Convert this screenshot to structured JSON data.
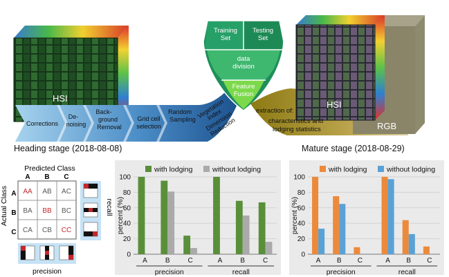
{
  "diagram": {
    "heading_stage": {
      "cube_label": "HSI",
      "caption": "Heading stage (2018-08-08)",
      "steps": [
        [
          "Corrections"
        ],
        [
          "De-",
          "noising"
        ],
        [
          "Back-",
          "ground",
          "Removal"
        ],
        [
          "Grid cell",
          "selection"
        ],
        [
          "Random",
          "Sampling"
        ],
        [
          "Vegetation",
          "Index"
        ],
        [
          "Dimension",
          "Reduction"
        ]
      ]
    },
    "center": {
      "training_set": [
        "Training",
        "Set"
      ],
      "testing_set": [
        "Testing",
        "Set"
      ],
      "data_division": [
        "data",
        "division"
      ],
      "feature_fusion": [
        "Feature",
        "Fusion"
      ]
    },
    "mature_stage": {
      "cube_label": "HSI",
      "rgb_label": "RGB",
      "caption": "Mature stage (2018-08-29)",
      "extraction": [
        "extraction of:",
        "characteristics and",
        "lodging statistics"
      ]
    }
  },
  "confusion_matrix": {
    "title": "Predicted Class",
    "row_axis_label": "Actual Class",
    "col_headers": [
      "A",
      "B",
      "C"
    ],
    "row_headers": [
      "A",
      "B",
      "C"
    ],
    "cells": [
      [
        "AA",
        "AB",
        "AC"
      ],
      [
        "BA",
        "BB",
        "BC"
      ],
      [
        "CA",
        "CB",
        "CC"
      ]
    ],
    "diagonal_color": "#c0282d",
    "recall_label": "recall",
    "precision_label": "precision"
  },
  "chart_data": [
    {
      "type": "bar",
      "categories": [
        "A",
        "B",
        "C",
        "A",
        "B",
        "C"
      ],
      "groups": [
        "precision",
        "recall"
      ],
      "series": [
        {
          "name": "with lodging",
          "values": [
            100,
            95,
            24,
            100,
            69,
            67
          ],
          "color": "#5a8f3a"
        },
        {
          "name": "without lodging",
          "values": [
            0,
            81,
            8,
            0,
            50,
            16
          ],
          "color": "#aaaaaa"
        }
      ],
      "ylabel": "percent (%)",
      "ylim": [
        0,
        100
      ],
      "yticks": [
        0,
        20,
        40,
        60,
        80,
        100
      ],
      "grid": true,
      "legend": "top"
    },
    {
      "type": "bar",
      "categories": [
        "A",
        "B",
        "C",
        "A",
        "B",
        "C"
      ],
      "groups": [
        "precision",
        "recall"
      ],
      "series": [
        {
          "name": "with lodging",
          "values": [
            100,
            75,
            9,
            100,
            44,
            10
          ],
          "color": "#ec8a3c"
        },
        {
          "name": "without lodging",
          "values": [
            33,
            65,
            0,
            97,
            26,
            0
          ],
          "color": "#5aa2d6"
        }
      ],
      "ylabel": "percent (%)",
      "ylim": [
        0,
        100
      ],
      "yticks": [
        0,
        20,
        40,
        60,
        80,
        100
      ],
      "grid": true,
      "legend": "top"
    }
  ]
}
